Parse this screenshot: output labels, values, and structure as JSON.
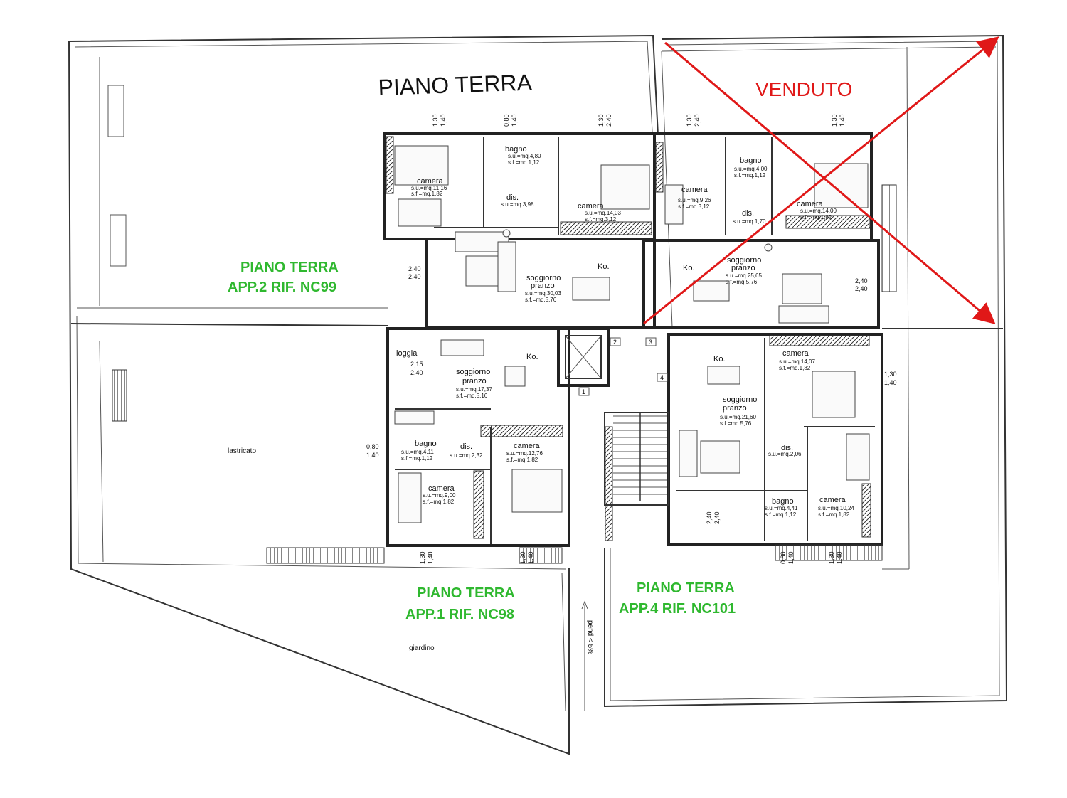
{
  "title": "PIANO TERRA",
  "sold_label": "VENDUTO",
  "units": {
    "app2": {
      "line1": "PIANO TERRA",
      "line2": "APP.2 RIF. NC99"
    },
    "app1": {
      "line1": "PIANO TERRA",
      "line2": "APP.1 RIF. NC98"
    },
    "app4": {
      "line1": "PIANO TERRA",
      "line2": "APP.4 RIF. NC101"
    }
  },
  "areas": {
    "lastricato": "lastricato",
    "giardino": "giardino",
    "loggia": "loggia",
    "slope": "pend < 5%"
  },
  "rooms": {
    "a2_camera1": {
      "name": "camera",
      "su": "s.u.=mq.11,16",
      "sf": "s.f.=mq.1,82"
    },
    "a2_bagno": {
      "name": "bagno",
      "su": "s.u.=mq.4,80",
      "sf": "s.f.=mq.1,12"
    },
    "a2_dis": {
      "name": "dis.",
      "su": "s.u.=mq.3,98"
    },
    "a2_camera2": {
      "name": "camera",
      "su": "s.u.=mq.14,03",
      "sf": "s.f.=mq.3,12"
    },
    "a2_soggiorno": {
      "name1": "soggiorno",
      "name2": "pranzo",
      "su": "s.u.=mq.30,03",
      "sf": "s.f.=mq.5,76"
    },
    "a3_camera1": {
      "name": "camera",
      "su": "s.u.=mq.9,26",
      "sf": "s.f.=mq.3,12"
    },
    "a3_bagno": {
      "name": "bagno",
      "su": "s.u.=mq.4,00",
      "sf": "s.f.=mq.1,12"
    },
    "a3_dis": {
      "name": "dis.",
      "su": "s.u.=mq.1,70"
    },
    "a3_camera2": {
      "name": "camera",
      "su": "s.u.=mq.14,00",
      "sf": "s.f.=mq.1,82"
    },
    "a3_soggiorno": {
      "name1": "soggiorno",
      "name2": "pranzo",
      "su": "s.u.=mq.25,65",
      "sf": "s.f.=mq.5,76"
    },
    "a1_soggiorno": {
      "name1": "soggiorno",
      "name2": "pranzo",
      "su": "s.u.=mq.17,37",
      "sf": "s.f.=mq.5,16"
    },
    "a1_bagno": {
      "name": "bagno",
      "su": "s.u.=mq.4,11",
      "sf": "s.f.=mq.1,12"
    },
    "a1_dis": {
      "name": "dis.",
      "su": "s.u.=mq.2,32"
    },
    "a1_camera1": {
      "name": "camera",
      "su": "s.u.=mq.12,76",
      "sf": "s.f.=mq.1,82"
    },
    "a1_camera2": {
      "name": "camera",
      "su": "s.u.=mq.9,00",
      "sf": "s.f.=mq.1,82"
    },
    "a4_camera1": {
      "name": "camera",
      "su": "s.u.=mq.14,07",
      "sf": "s.f.=mq.1,82"
    },
    "a4_soggiorno": {
      "name1": "soggiorno",
      "name2": "pranzo",
      "su": "s.u.=mq.21,60",
      "sf": "s.f.=mq.5,76"
    },
    "a4_dis": {
      "name": "dis.",
      "su": "s.u.=mq.2,06"
    },
    "a4_bagno": {
      "name": "bagno",
      "su": "s.u.=mq.4,41",
      "sf": "s.f.=mq.1,12"
    },
    "a4_camera2": {
      "name": "camera",
      "su": "s.u.=mq.10,24",
      "sf": "s.f.=mq.1,82"
    }
  },
  "kitchen_label": "Ko.",
  "dims": {
    "d130": "1,30",
    "d140": "1,40",
    "d080": "0,80",
    "d240": "2,40",
    "d215": "2,15"
  },
  "stair_numbers": [
    "1",
    "2",
    "3",
    "4"
  ],
  "colors": {
    "green": "#2fb82f",
    "red": "#e01818",
    "line": "#333333"
  }
}
